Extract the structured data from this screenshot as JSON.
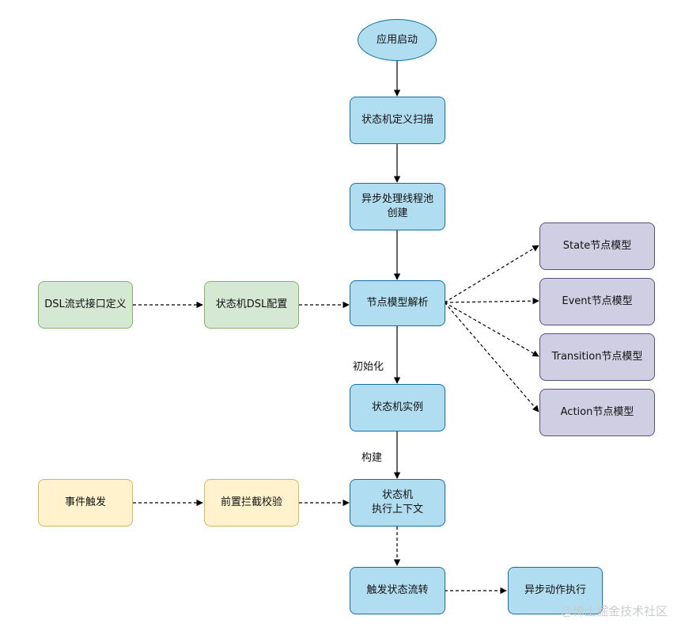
{
  "nodes": {
    "app_start": "应用启动",
    "scan": "状态机定义扫描",
    "thread_pool": "异步处理线程池\n创建",
    "parse": "节点模型解析",
    "instance": "状态机实例",
    "context": "状态机\n执行上下文",
    "transition": "触发状态流转",
    "async_action": "异步动作执行",
    "dsl_def": "DSL流式接口定义",
    "dsl_config": "状态机DSL配置",
    "event_trigger": "事件触发",
    "pre_intercept": "前置拦截校验",
    "state_model": "State节点模型",
    "event_model": "Event节点模型",
    "transition_model": "Transition节点模型",
    "action_model": "Action节点模型"
  },
  "edge_labels": {
    "init": "初始化",
    "build": "构建"
  },
  "watermark": "@稀土掘金技术社区",
  "colors": {
    "blue_fill": "#b1ddf0",
    "blue_stroke": "#10739e",
    "green_fill": "#d5e8d4",
    "green_stroke": "#82b366",
    "yellow_fill": "#fff2cc",
    "yellow_stroke": "#d6b656",
    "purple_fill": "#d0cee2",
    "purple_stroke": "#56517e"
  }
}
